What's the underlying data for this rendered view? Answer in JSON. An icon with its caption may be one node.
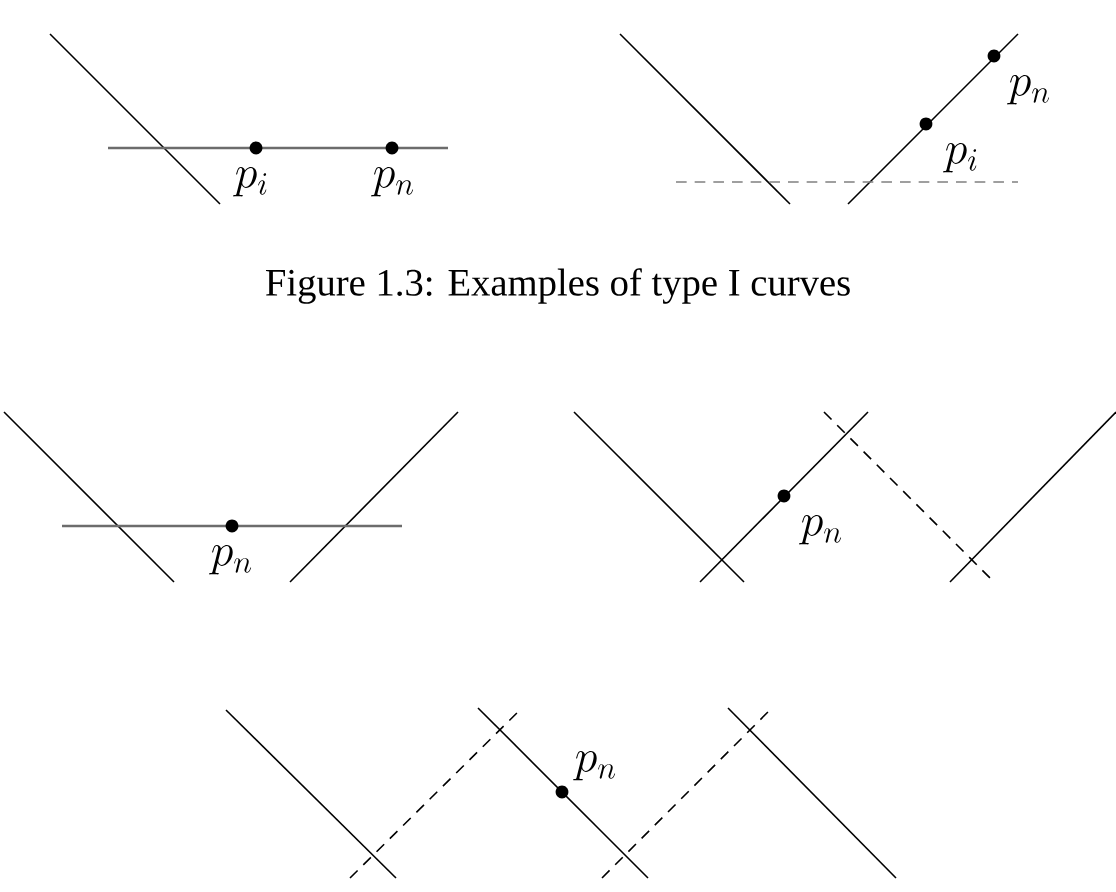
{
  "diagram": {
    "caption": "Figure 1.3: Examples of type I curves",
    "labels": [
      "p_i",
      "p_n",
      "p_n",
      "p_i",
      "p_n",
      "p_n",
      "p_n"
    ]
  }
}
